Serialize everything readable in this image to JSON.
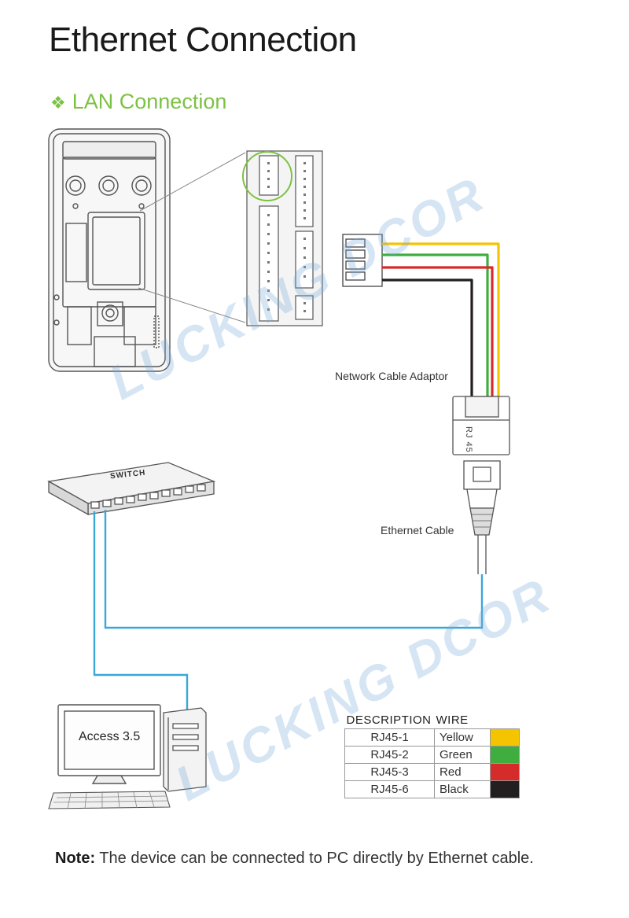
{
  "title": "Ethernet Connection",
  "subtitle": "LAN Connection",
  "subtitle_bullet": "❖",
  "labels": {
    "network_cable_adaptor": "Network Cable Adaptor",
    "ethernet_cable": "Ethernet Cable",
    "rj45": "RJ 45",
    "switch": "SWITCH",
    "pc_screen": "Access 3.5"
  },
  "watermark": "LUCKING DCOR",
  "table": {
    "headers": [
      "DESCRIPTION",
      "WIRE"
    ],
    "rows": [
      {
        "desc": "RJ45-1",
        "wire": "Yellow",
        "color": "#f5c400"
      },
      {
        "desc": "RJ45-2",
        "wire": "Green",
        "color": "#3fae3f"
      },
      {
        "desc": "RJ45-3",
        "wire": "Red",
        "color": "#d62b2b"
      },
      {
        "desc": "RJ45-6",
        "wire": "Black",
        "color": "#231f20"
      }
    ]
  },
  "note": {
    "label": "Note:",
    "text": " The device can be connected to PC directly by Ethernet cable."
  },
  "colors": {
    "accent_green": "#7cc242",
    "cable_blue": "#3aa7d8"
  }
}
